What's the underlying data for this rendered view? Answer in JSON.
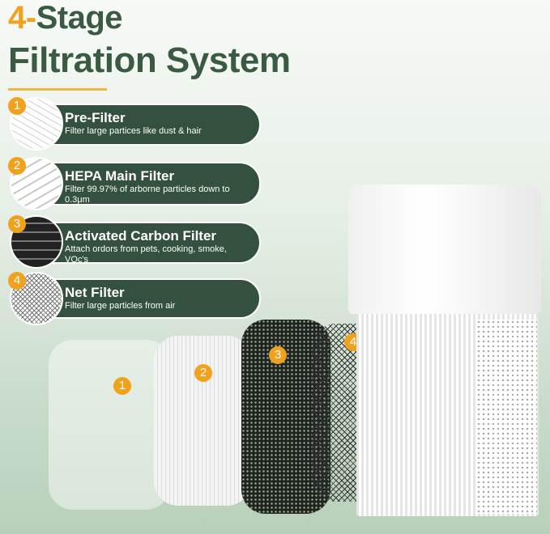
{
  "title": {
    "line1_accent": "4-",
    "line1_rest": "Stage",
    "line2": "Filtration System"
  },
  "colors": {
    "heading": "#3b5a42",
    "accent": "#f0a21e",
    "pill": "#33513e"
  },
  "stages": [
    {
      "number": "1",
      "name": "Pre-Filter",
      "desc": "Filter large partices like dust & hair"
    },
    {
      "number": "2",
      "name": "HEPA Main Filter",
      "desc": "Filter 99.97% of arborne particles down to 0.3μm"
    },
    {
      "number": "3",
      "name": "Activated Carbon Filter",
      "desc": "Attach ordors from pets, cooking, smoke, VOc's"
    },
    {
      "number": "4",
      "name": "Net Filter",
      "desc": "Filter large particles from air"
    }
  ]
}
